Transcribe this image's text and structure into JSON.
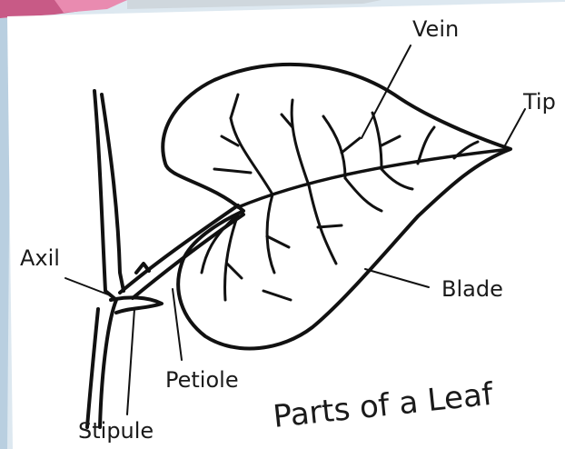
{
  "diagram": {
    "title": "Parts of a Leaf",
    "labels": {
      "vein": "Vein",
      "tip": "Tip",
      "axil": "Axil",
      "blade": "Blade",
      "petiole": "Petiole",
      "stipule": "Stipule"
    }
  }
}
